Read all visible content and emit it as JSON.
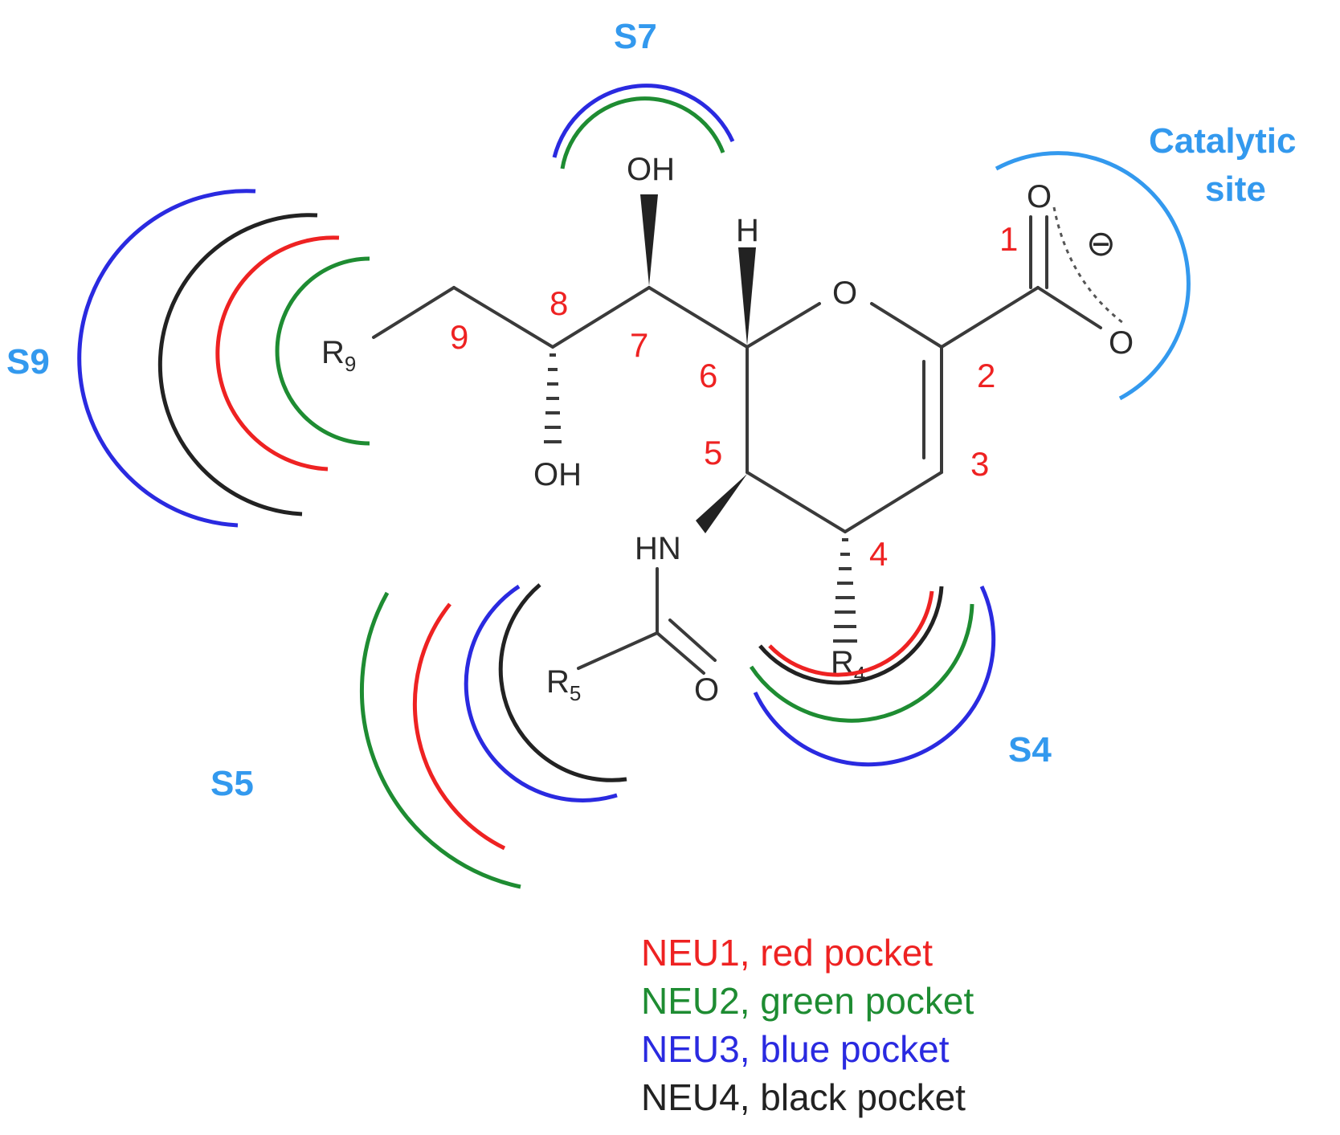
{
  "colors": {
    "red": "#ee2222",
    "green": "#1e8c32",
    "blue": "#2a2ae0",
    "black": "#222222",
    "site_label": "#3399ee"
  },
  "sites": {
    "s7": "S7",
    "s9": "S9",
    "s5": "S5",
    "s4": "S4",
    "catalytic_line1": "Catalytic",
    "catalytic_line2": "site"
  },
  "atoms": {
    "oh_top": "OH",
    "oh_bottom": "OH",
    "h": "H",
    "ring_o": "O",
    "carbonyl_o1": "O",
    "carbonyl_o2": "O",
    "amide_o": "O",
    "nh": "HN",
    "r_letter": "R",
    "r9_sub": "9",
    "r4_sub": "4",
    "r5_sub": "5",
    "charge": "⊖"
  },
  "numbers": [
    "1",
    "2",
    "3",
    "4",
    "5",
    "6",
    "7",
    "8",
    "9"
  ],
  "legend": [
    {
      "text": "NEU1, red pocket",
      "color": "#ee2222"
    },
    {
      "text": "NEU2, green pocket",
      "color": "#1e8c32"
    },
    {
      "text": "NEU3, blue pocket",
      "color": "#2a2ae0"
    },
    {
      "text": "NEU4, black pocket",
      "color": "#222222"
    }
  ]
}
